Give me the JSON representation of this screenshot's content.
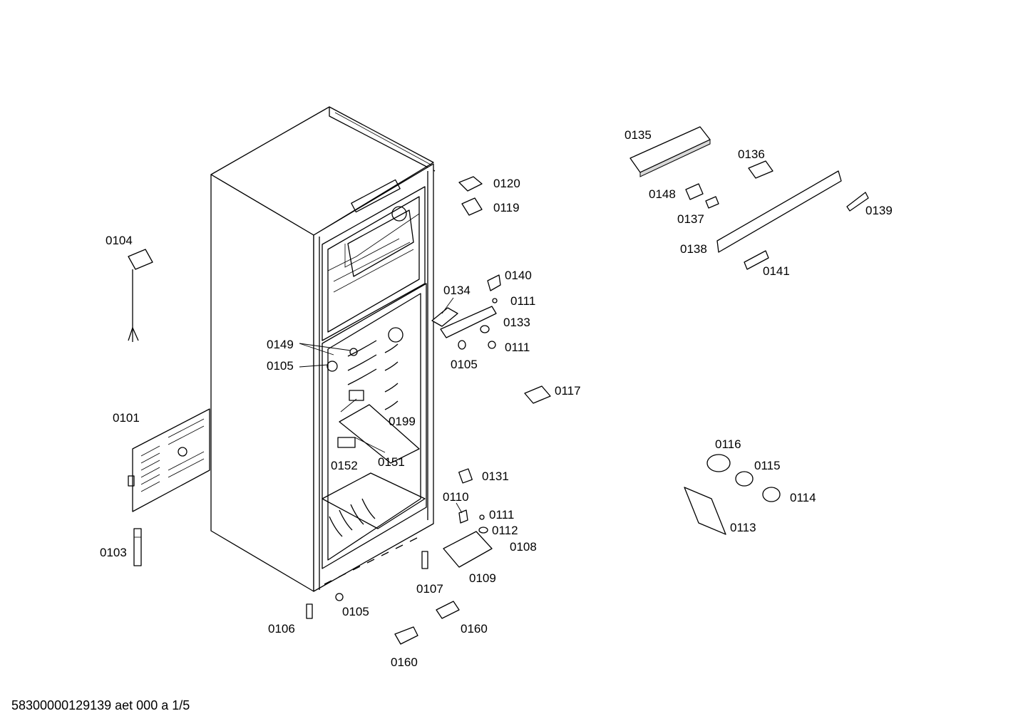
{
  "footer": {
    "document_code": "58300000129139 aet 000 a 1/5"
  },
  "parts": {
    "p0104": "0104",
    "p0101": "0101",
    "p0103": "0103",
    "p0120": "0120",
    "p0119": "0119",
    "p0140": "0140",
    "p0134": "0134",
    "p0111a": "0111",
    "p0133": "0133",
    "p0111b": "0111",
    "p0105a": "0105",
    "p0149": "0149",
    "p0105b": "0105",
    "p0117": "0117",
    "p0199": "0199",
    "p0152": "0152",
    "p0151": "0151",
    "p0131": "0131",
    "p0110": "0110",
    "p0111c": "0111",
    "p0112": "0112",
    "p0108": "0108",
    "p0109": "0109",
    "p0107": "0107",
    "p0105c": "0105",
    "p0106": "0106",
    "p0160a": "0160",
    "p0160b": "0160",
    "p0135": "0135",
    "p0136": "0136",
    "p0148": "0148",
    "p0137": "0137",
    "p0138": "0138",
    "p0139": "0139",
    "p0141": "0141",
    "p0116": "0116",
    "p0115": "0115",
    "p0114": "0114",
    "p0113": "0113"
  }
}
